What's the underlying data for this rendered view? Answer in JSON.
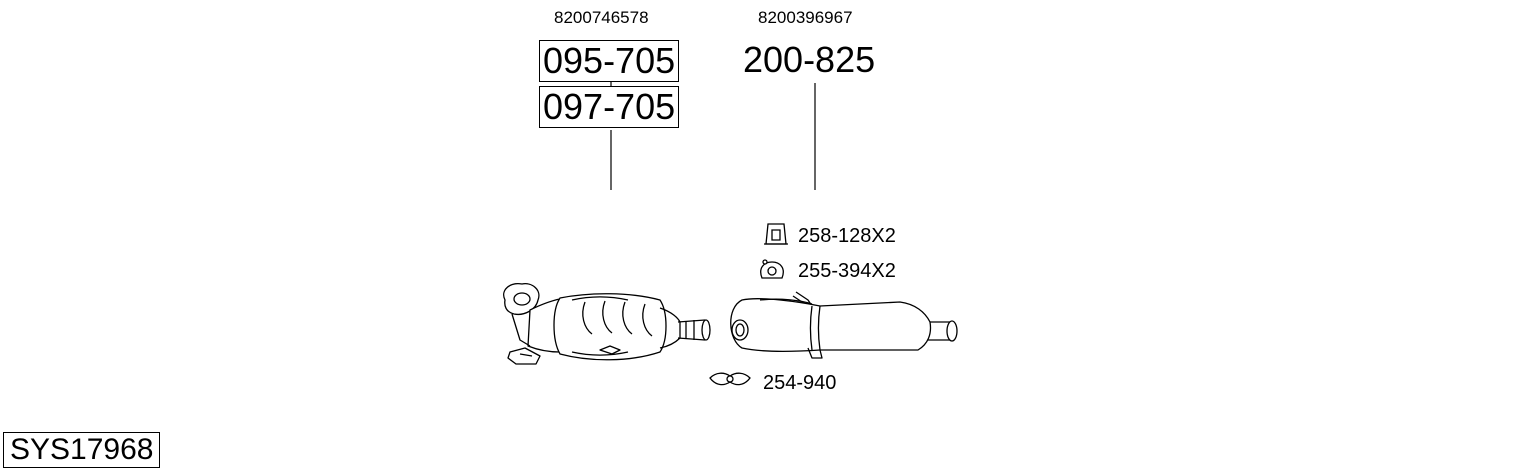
{
  "system_code": "SYS17968",
  "assemblies": [
    {
      "oem_number": "8200746578",
      "part_numbers": [
        "095-705",
        "097-705"
      ],
      "component": "diesel-particulate-filter"
    },
    {
      "oem_number": "8200396967",
      "part_numbers": [
        "200-825"
      ],
      "component": "rear-silencer"
    }
  ],
  "accessories": [
    {
      "label": "258-128X2",
      "icon": "rubber-hanger-icon"
    },
    {
      "label": "255-394X2",
      "icon": "rubber-mount-icon"
    },
    {
      "label": "254-940",
      "icon": "clamp-icon"
    }
  ]
}
